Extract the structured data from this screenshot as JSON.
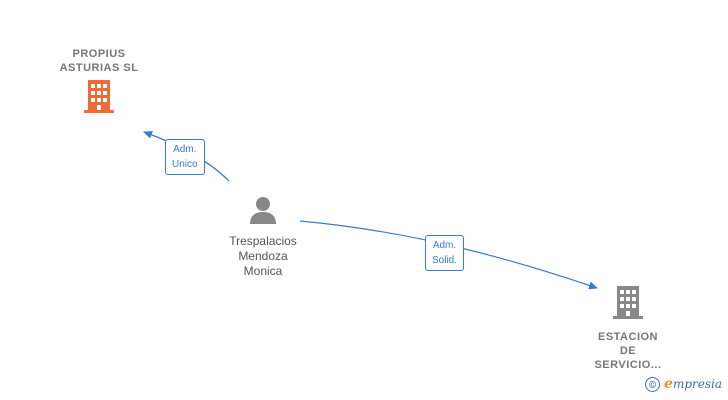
{
  "nodes": {
    "company_top": {
      "lines": [
        "PROPIUS",
        "ASTURIAS  SL"
      ],
      "icon": "building-icon",
      "color": "#f06a35"
    },
    "person": {
      "lines": [
        "Trespalacios",
        "Mendoza",
        "Monica"
      ],
      "icon": "person-icon",
      "color": "#888888"
    },
    "company_bottom": {
      "lines": [
        "ESTACION",
        "DE",
        "SERVICIO..."
      ],
      "icon": "building-icon",
      "color": "#888888"
    }
  },
  "edges": {
    "to_top": {
      "lines": [
        "Adm.",
        "Unico"
      ]
    },
    "to_bottom": {
      "lines": [
        "Adm.",
        "Solid."
      ]
    }
  },
  "edge_color": "#3a7bd5",
  "footer": {
    "copyright_symbol": "©",
    "brand_initial": "e",
    "brand_rest": "mpresia"
  }
}
